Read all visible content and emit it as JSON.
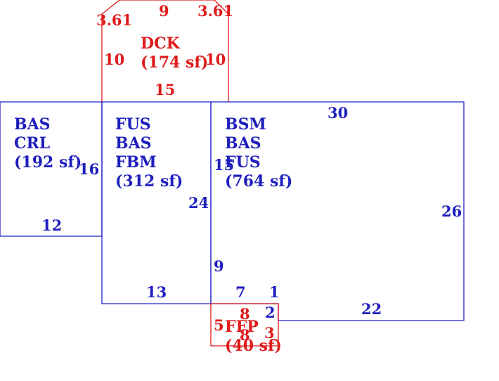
{
  "areas": {
    "bas_crl": {
      "line1": "BAS",
      "line2": "CRL",
      "line3": "(192 sf)"
    },
    "fus_bas_fbm": {
      "line1": "FUS",
      "line2": "BAS",
      "line3": "FBM",
      "line4": "(312 sf)"
    },
    "bsm_bas_fus": {
      "line1": "BSM",
      "line2": "BAS",
      "line3": "FUS",
      "line4": "(764 sf)"
    },
    "dck": {
      "line1": "DCK",
      "line2": "(174 sf)"
    },
    "ffp": {
      "line1": "FFP",
      "line2": "(40 sf)"
    }
  },
  "dimensions": {
    "dck_top": "9",
    "dck_left_diag": "3.61",
    "dck_right_diag": "3.61",
    "dck_left": "10",
    "dck_right": "10",
    "dck_bottom": "15",
    "bas_left": "16",
    "bas_bottom": "12",
    "fus_right": "24",
    "fus_bottom": "13",
    "bsm_top": "30",
    "bsm_left": "15",
    "bsm_right": "26",
    "bsm_lower_left": "9",
    "bsm_step_a": "7",
    "bsm_step_b": "1",
    "bsm_step_c": "2",
    "bsm_bottom": "22",
    "ffp_top": "8",
    "ffp_left": "5",
    "ffp_bottom": "8",
    "ffp_right": "3"
  },
  "colors": {
    "building": "#2323c8",
    "deck": "#e01a1a"
  }
}
